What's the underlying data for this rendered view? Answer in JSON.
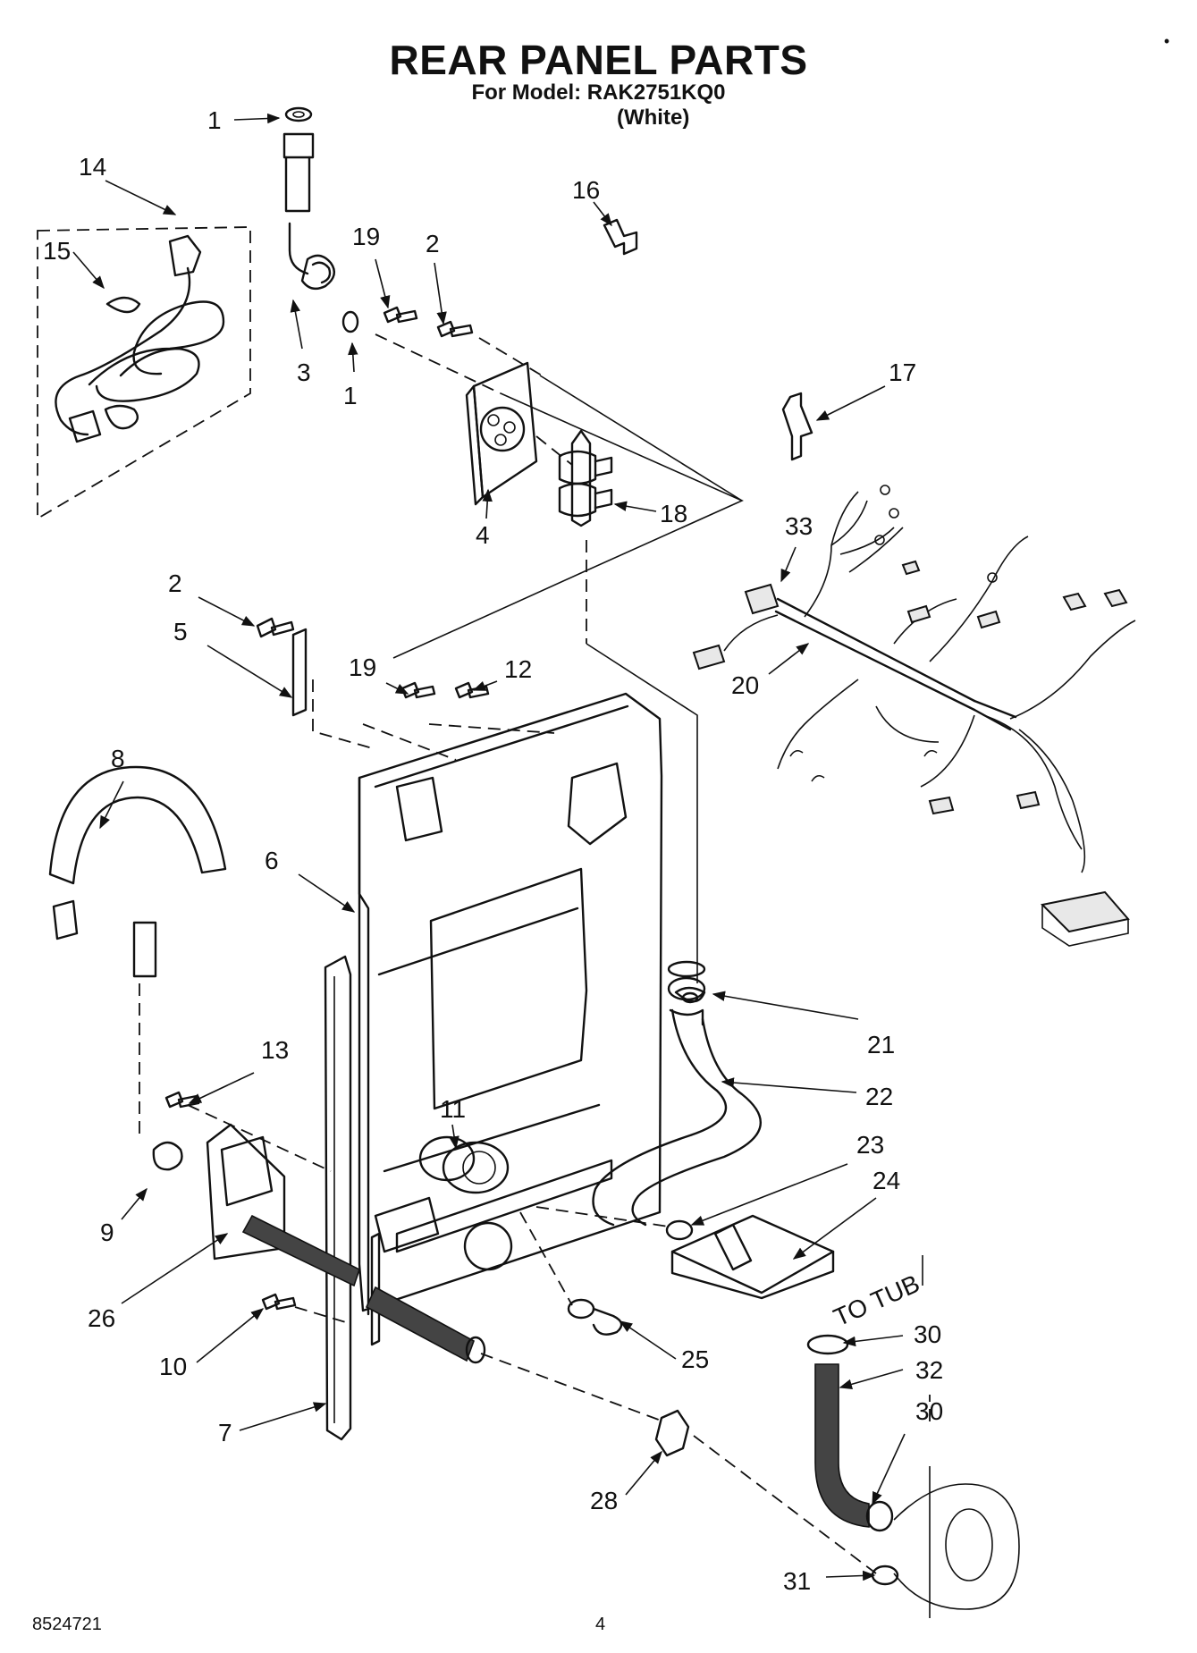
{
  "title": "REAR PANEL PARTS",
  "model_line": "For Model: RAK2751KQ0",
  "color_line": "(White)",
  "footer": {
    "doc_number": "8524721",
    "page_number": "4"
  },
  "corner_mark": "•",
  "diagram_text": {
    "to_tub": "TO TUB"
  },
  "callouts": [
    {
      "id": "c1a",
      "label": "1"
    },
    {
      "id": "c14",
      "label": "14"
    },
    {
      "id": "c15",
      "label": "15"
    },
    {
      "id": "c3",
      "label": "3"
    },
    {
      "id": "c1b",
      "label": "1"
    },
    {
      "id": "c19a",
      "label": "19"
    },
    {
      "id": "c2a",
      "label": "2"
    },
    {
      "id": "c16",
      "label": "16"
    },
    {
      "id": "c17",
      "label": "17"
    },
    {
      "id": "c4",
      "label": "4"
    },
    {
      "id": "c18",
      "label": "18"
    },
    {
      "id": "c33",
      "label": "33"
    },
    {
      "id": "c2b",
      "label": "2"
    },
    {
      "id": "c5",
      "label": "5"
    },
    {
      "id": "c19b",
      "label": "19"
    },
    {
      "id": "c12",
      "label": "12"
    },
    {
      "id": "c20",
      "label": "20"
    },
    {
      "id": "c8",
      "label": "8"
    },
    {
      "id": "c6",
      "label": "6"
    },
    {
      "id": "c21",
      "label": "21"
    },
    {
      "id": "c22",
      "label": "22"
    },
    {
      "id": "c13",
      "label": "13"
    },
    {
      "id": "c11",
      "label": "11"
    },
    {
      "id": "c23",
      "label": "23"
    },
    {
      "id": "c24",
      "label": "24"
    },
    {
      "id": "c9",
      "label": "9"
    },
    {
      "id": "c26",
      "label": "26"
    },
    {
      "id": "c30a",
      "label": "30"
    },
    {
      "id": "c25",
      "label": "25"
    },
    {
      "id": "c32",
      "label": "32"
    },
    {
      "id": "c10",
      "label": "10"
    },
    {
      "id": "c30b",
      "label": "30"
    },
    {
      "id": "c7",
      "label": "7"
    },
    {
      "id": "c28",
      "label": "28"
    },
    {
      "id": "c31",
      "label": "31"
    }
  ]
}
